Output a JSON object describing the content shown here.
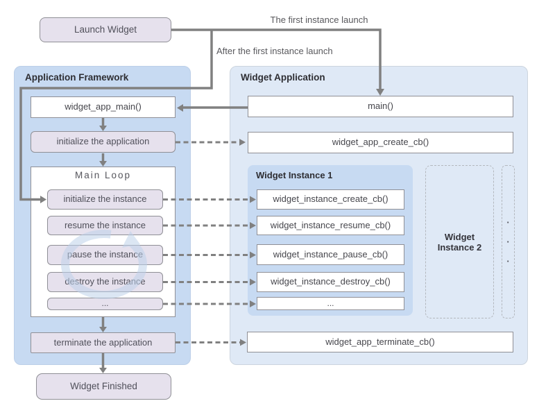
{
  "annotations": {
    "first_launch": "The first instance launch",
    "after_first_launch": "After the first instance launch"
  },
  "start_node": {
    "label": "Launch Widget"
  },
  "end_node": {
    "label": "Widget Finished"
  },
  "framework": {
    "title": "Application Framework",
    "widget_app_main": "widget_app_main()",
    "initialize_app": "initialize the application",
    "main_loop_title": "Main Loop",
    "loop_steps": [
      "initialize the instance",
      "resume the instance",
      "pause the instance",
      "destroy the instance",
      "..."
    ],
    "terminate_app": "terminate the application"
  },
  "application": {
    "title": "Widget Application",
    "main": "main()",
    "create_cb": "widget_app_create_cb()",
    "instance1": {
      "title": "Widget Instance 1",
      "callbacks": [
        "widget_instance_create_cb()",
        "widget_instance_resume_cb()",
        "widget_instance_pause_cb()",
        "widget_instance_destroy_cb()",
        "..."
      ]
    },
    "instance2": {
      "title": "Widget Instance 2"
    },
    "more_dots": [
      "·",
      "·",
      "·"
    ],
    "terminate_cb": "widget_app_terminate_cb()"
  },
  "colors": {
    "container_blue": "#c7daf2",
    "container_light": "#dfe9f6",
    "node_lavender": "#e6e1ed",
    "arrow_gray": "#808080",
    "loop_watermark": "#bed2ea"
  }
}
